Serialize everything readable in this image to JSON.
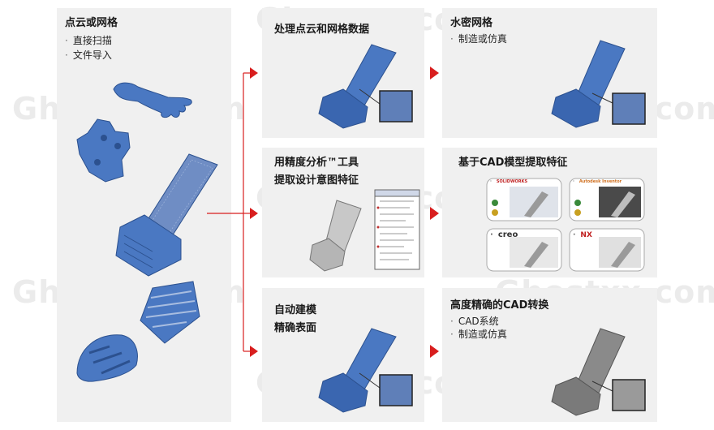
{
  "watermark_text": "Ghostxx.com",
  "colors": {
    "panel": "#f0f0f0",
    "arrow": "#d81e1e",
    "part_blue": "#4a78c2",
    "part_gray": "#8a8a8a"
  },
  "source": {
    "title": "点云或网格",
    "bullets": [
      "直接扫描",
      "文件导入"
    ]
  },
  "steps": [
    {
      "title": "处理点云和网格数据",
      "subtitle": "",
      "bullets": []
    },
    {
      "title": "用精度分析™工具",
      "subtitle": "提取设计意图特征",
      "bullets": []
    },
    {
      "title": "自动建模",
      "subtitle": "精确表面",
      "bullets": []
    }
  ],
  "results": [
    {
      "title": "水密网格",
      "bullets": [
        "制造或仿真"
      ]
    },
    {
      "title": "基于CAD模型提取特征",
      "bullets": []
    },
    {
      "title": "高度精确的CAD转换",
      "bullets": [
        "CAD系统",
        "制造或仿真"
      ]
    }
  ],
  "cad_logos": [
    "SOLIDWORKS",
    "Autodesk Inventor",
    "creo",
    "NX"
  ]
}
